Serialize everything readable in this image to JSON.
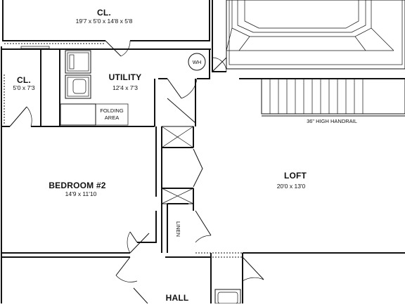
{
  "rooms": {
    "closet_top": {
      "name": "CL.",
      "dims": "19'7 x 5'0 x 14'8 x 5'8"
    },
    "closet_left": {
      "name": "CL.",
      "dims": "5'0 x 7'3"
    },
    "utility": {
      "name": "UTILITY",
      "dims": "12'4 x 7'3"
    },
    "bedroom2": {
      "name": "BEDROOM #2",
      "dims": "14'9 x 11'10"
    },
    "loft": {
      "name": "LOFT",
      "dims": "20'0 x 13'0"
    },
    "hall": {
      "name": "HALL"
    }
  },
  "labels": {
    "water_heater": "WH",
    "folding_line1": "FOLDING",
    "folding_line2": "AREA",
    "handrail": "36\" HIGH HANDRAIL",
    "linen": "LINEN"
  }
}
